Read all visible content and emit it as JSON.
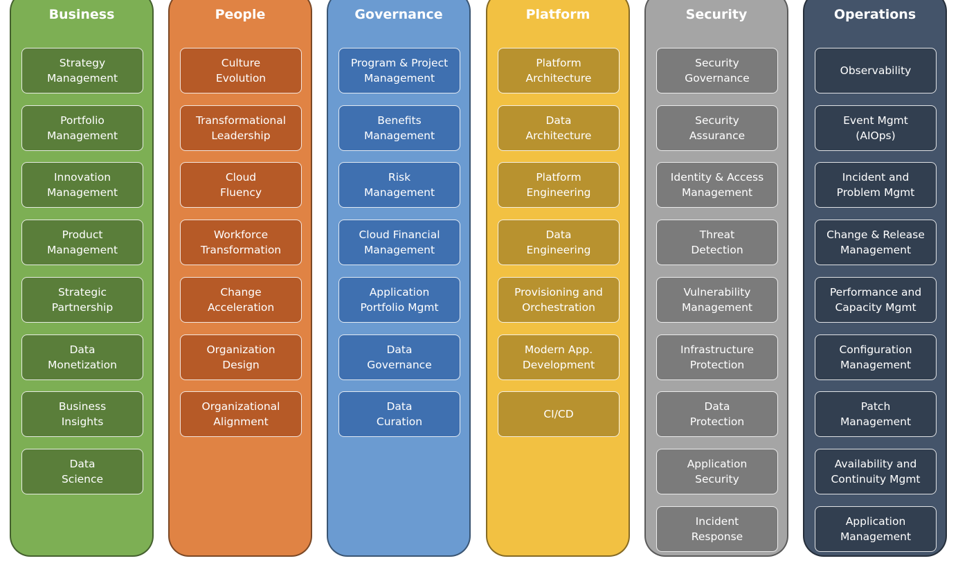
{
  "columns": [
    {
      "title": "Business",
      "bg": "#7DAF54",
      "card_bg": "#5A7E3A",
      "items": [
        "Strategy\nManagement",
        "Portfolio\nManagement",
        "Innovation\nManagement",
        "Product\nManagement",
        "Strategic\nPartnership",
        "Data\nMonetization",
        "Business\nInsights",
        "Data\nScience"
      ]
    },
    {
      "title": "People",
      "bg": "#E08344",
      "card_bg": "#B65A27",
      "items": [
        "Culture\nEvolution",
        "Transformational\nLeadership",
        "Cloud\nFluency",
        "Workforce\nTransformation",
        "Change\nAcceleration",
        "Organization\nDesign",
        "Organizational\nAlignment"
      ]
    },
    {
      "title": "Governance",
      "bg": "#6B9BD1",
      "card_bg": "#3F70B0",
      "items": [
        "Program & Project\nManagement",
        "Benefits\nManagement",
        "Risk\nManagement",
        "Cloud Financial\nManagement",
        "Application\nPortfolio Mgmt",
        "Data\nGovernance",
        "Data\nCuration"
      ]
    },
    {
      "title": "Platform",
      "bg": "#F2C142",
      "card_bg": "#B8922F",
      "items": [
        "Platform\nArchitecture",
        "Data\nArchitecture",
        "Platform\nEngineering",
        "Data\nEngineering",
        "Provisioning and\nOrchestration",
        "Modern App.\nDevelopment",
        "CI/CD"
      ]
    },
    {
      "title": "Security",
      "bg": "#A5A5A5",
      "card_bg": "#7B7B7B",
      "items": [
        "Security\nGovernance",
        "Security\nAssurance",
        "Identity & Access\nManagement",
        "Threat\nDetection",
        "Vulnerability\nManagement",
        "Infrastructure\nProtection",
        "Data\nProtection",
        "Application\nSecurity",
        "Incident\nResponse"
      ]
    },
    {
      "title": "Operations",
      "bg": "#44546A",
      "card_bg": "#323F50",
      "items": [
        "Observability",
        "Event Mgmt\n(AIOps)",
        "Incident and\nProblem Mgmt",
        "Change & Release\nManagement",
        "Performance and\nCapacity Mgmt",
        "Configuration\nManagement",
        "Patch\nManagement",
        "Availability and\nContinuity Mgmt",
        "Application\nManagement"
      ]
    }
  ]
}
